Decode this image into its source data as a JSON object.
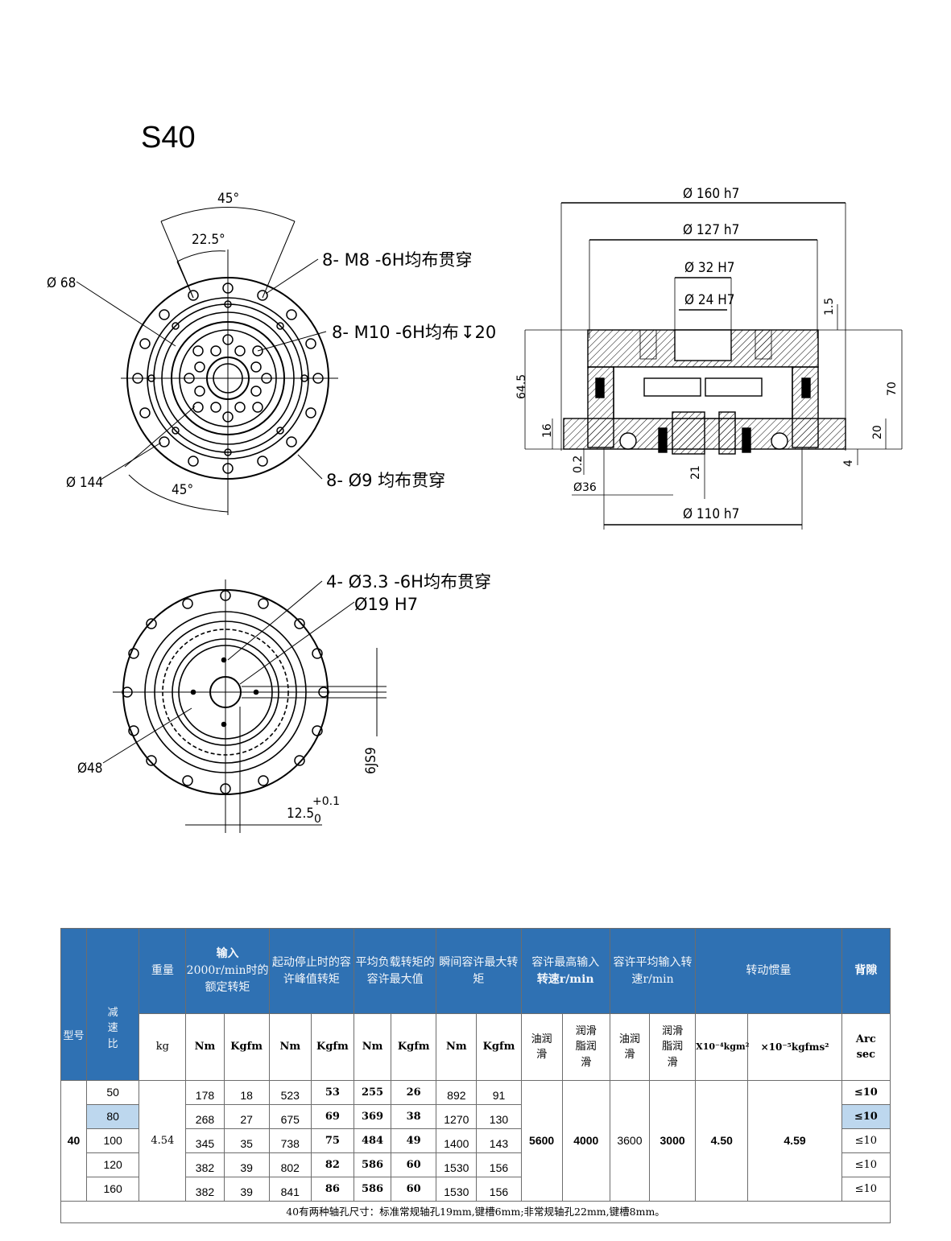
{
  "model_title": "S40",
  "drawing_labels": {
    "angle_45_top": "45°",
    "angle_22_5": "22.5°",
    "hole_m8": "8- M8 -6H均布贯穿",
    "hole_m10": "8- M10 -6H均布",
    "hole_m10_depth": "20",
    "dia_68": "Ø 68",
    "dia_144": "Ø 144",
    "angle_45_bottom": "45°",
    "hole_9": "8- Ø9 均布贯穿",
    "dia_160": "Ø 160 h7",
    "dia_127": "Ø 127 h7",
    "dia_32": "Ø 32 H7",
    "dia_24": "Ø 24 H7",
    "dim_1_5": "1.5",
    "dim_64_5": "64.5",
    "dim_70": "70",
    "dim_16": "16",
    "dim_20": "20",
    "dim_4": "4",
    "dim_0_2": "0.2",
    "dia_36": "Ø36",
    "dim_21": "21",
    "dia_110": "Ø 110 h7",
    "hole_3_3": "4- Ø3.3 -6H均布贯穿",
    "dia_19": "Ø19 H7",
    "dia_48": "Ø48",
    "key_6js9": "6JS9",
    "key_12_5": "12.5",
    "key_12_5_tol_up": "+0.1",
    "key_12_5_tol_low": "0"
  },
  "table": {
    "headers": {
      "model": "型号",
      "ratio": "减速比",
      "weight": "重量",
      "rated_torque": "输入2000r/min时的额定转矩",
      "rated_torque_bold": "输入",
      "rated_torque_rest": "2000r/min时的额定转矩",
      "start_stop_torque": "起动停止时的容许峰值转矩",
      "avg_load_torque": "平均负载转矩的容许最大值",
      "momentary_torque": "瞬间容许最大转矩",
      "max_input_speed_1": "容许最高输入",
      "max_input_speed_2": "转速r/min",
      "avg_input_speed": "容许平均输入转速r/min",
      "inertia": "转动惯量",
      "backlash": "背隙"
    },
    "units": {
      "kg": "kg",
      "nm": "Nm",
      "kgfm": "Kgfm",
      "oil": "油润滑",
      "grease": "润滑脂润滑",
      "inertia_si": "X10⁻⁴kgm²",
      "inertia_kgf": "×10⁻⁵kgfms²",
      "arcsec_1": "Arc",
      "arcsec_2": "sec"
    },
    "model": "40",
    "weight": "4.54",
    "rows": [
      {
        "ratio": "50",
        "rated_nm": "178",
        "rated_kgfm": "18",
        "peak_nm": "523",
        "peak_kgfm": "53",
        "avg_nm": "255",
        "avg_kgfm": "26",
        "mom_nm": "892",
        "mom_kgfm": "91",
        "backlash": "≤10",
        "highlight": false
      },
      {
        "ratio": "80",
        "rated_nm": "268",
        "rated_kgfm": "27",
        "peak_nm": "675",
        "peak_kgfm": "69",
        "avg_nm": "369",
        "avg_kgfm": "38",
        "mom_nm": "1270",
        "mom_kgfm": "130",
        "backlash": "≤10",
        "highlight": true
      },
      {
        "ratio": "100",
        "rated_nm": "345",
        "rated_kgfm": "35",
        "peak_nm": "738",
        "peak_kgfm": "75",
        "avg_nm": "484",
        "avg_kgfm": "49",
        "mom_nm": "1400",
        "mom_kgfm": "143",
        "backlash": "≤10",
        "highlight": false
      },
      {
        "ratio": "120",
        "rated_nm": "382",
        "rated_kgfm": "39",
        "peak_nm": "802",
        "peak_kgfm": "82",
        "avg_nm": "586",
        "avg_kgfm": "60",
        "mom_nm": "1530",
        "mom_kgfm": "156",
        "backlash": "≤10",
        "highlight": false
      },
      {
        "ratio": "160",
        "rated_nm": "382",
        "rated_kgfm": "39",
        "peak_nm": "841",
        "peak_kgfm": "86",
        "avg_nm": "586",
        "avg_kgfm": "60",
        "mom_nm": "1530",
        "mom_kgfm": "156",
        "backlash": "≤10",
        "highlight": false
      }
    ],
    "max_speed_oil": "5600",
    "max_speed_grease": "4000",
    "avg_speed_oil": "3600",
    "avg_speed_grease": "3000",
    "inertia_si": "4.50",
    "inertia_kgf": "4.59",
    "footnote": "40有两种轴孔尺寸：标准常规轴孔19mm,键槽6mm;非常规轴孔22mm,键槽8mm。"
  }
}
